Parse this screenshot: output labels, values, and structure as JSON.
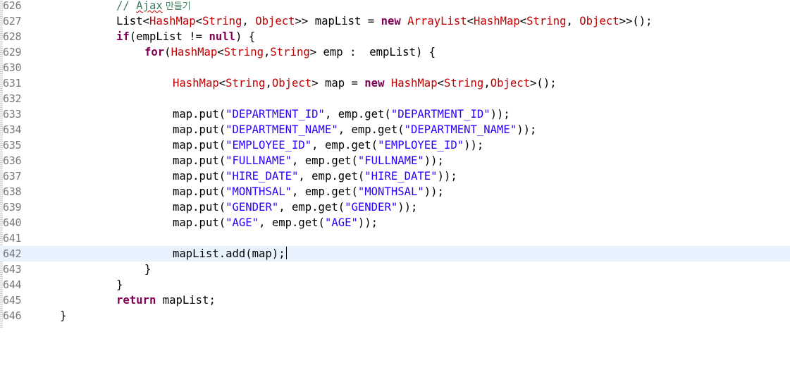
{
  "editor": {
    "line_numbers": [
      "626",
      "627",
      "628",
      "629",
      "630",
      "631",
      "632",
      "633",
      "634",
      "635",
      "636",
      "637",
      "638",
      "639",
      "640",
      "641",
      "642",
      "643",
      "644",
      "645",
      "646"
    ],
    "lines": {
      "l626": {
        "comment_prefix": "// ",
        "comment_word": "Ajax",
        "comment_korean": " 만들기"
      },
      "l627": {
        "t1": "List",
        "t2": "<",
        "t3": "HashMap",
        "t4": "<",
        "t5": "String",
        "t6": ", ",
        "t7": "Object",
        "t8": ">> mapList = ",
        "kw_new": "new",
        "t9": " ",
        "t10": "ArrayList",
        "t11": "<",
        "t12": "HashMap",
        "t13": "<",
        "t14": "String",
        "t15": ", ",
        "t16": "Object",
        "t17": ">>();"
      },
      "l628": {
        "kw_if": "if",
        "rest1": "(empList != ",
        "kw_null": "null",
        "rest2": ") {"
      },
      "l629": {
        "kw_for": "for",
        "t1": "(",
        "t2": "HashMap",
        "t3": "<",
        "t4": "String",
        "t5": ",",
        "t6": "String",
        "t7": "> emp :  empList) {"
      },
      "l631": {
        "t1": "HashMap",
        "t2": "<",
        "t3": "String",
        "t4": ",",
        "t5": "Object",
        "t6": "> map = ",
        "kw_new": "new",
        "t7": " ",
        "t8": "HashMap",
        "t9": "<",
        "t10": "String",
        "t11": ",",
        "t12": "Object",
        "t13": ">();"
      },
      "put_lines": [
        {
          "pre": "map.put(",
          "key": "\"DEPARTMENT_ID\"",
          "mid": ", emp.get(",
          "key2": "\"DEPARTMENT_ID\"",
          "post": "));"
        },
        {
          "pre": "map.put(",
          "key": "\"DEPARTMENT_NAME\"",
          "mid": ", emp.get(",
          "key2": "\"DEPARTMENT_NAME\"",
          "post": "));"
        },
        {
          "pre": "map.put(",
          "key": "\"EMPLOYEE_ID\"",
          "mid": ", emp.get(",
          "key2": "\"EMPLOYEE_ID\"",
          "post": "));"
        },
        {
          "pre": "map.put(",
          "key": "\"FULLNAME\"",
          "mid": ", emp.get(",
          "key2": "\"FULLNAME\"",
          "post": "));"
        },
        {
          "pre": "map.put(",
          "key": "\"HIRE_DATE\"",
          "mid": ", emp.get(",
          "key2": "\"HIRE_DATE\"",
          "post": "));"
        },
        {
          "pre": "map.put(",
          "key": "\"MONTHSAL\"",
          "mid": ", emp.get(",
          "key2": "\"MONTHSAL\"",
          "post": "));"
        },
        {
          "pre": "map.put(",
          "key": "\"GENDER\"",
          "mid": ", emp.get(",
          "key2": "\"GENDER\"",
          "post": "));"
        },
        {
          "pre": "map.put(",
          "key": "\"AGE\"",
          "mid": ", emp.get(",
          "key2": "\"AGE\"",
          "post": "));"
        }
      ],
      "l642": {
        "text": "mapList.add(map);"
      },
      "l643": {
        "text": "}"
      },
      "l644": {
        "text": "}"
      },
      "l645": {
        "kw_return": "return",
        "rest": " mapList;"
      },
      "l646": {
        "text": "}"
      }
    }
  }
}
